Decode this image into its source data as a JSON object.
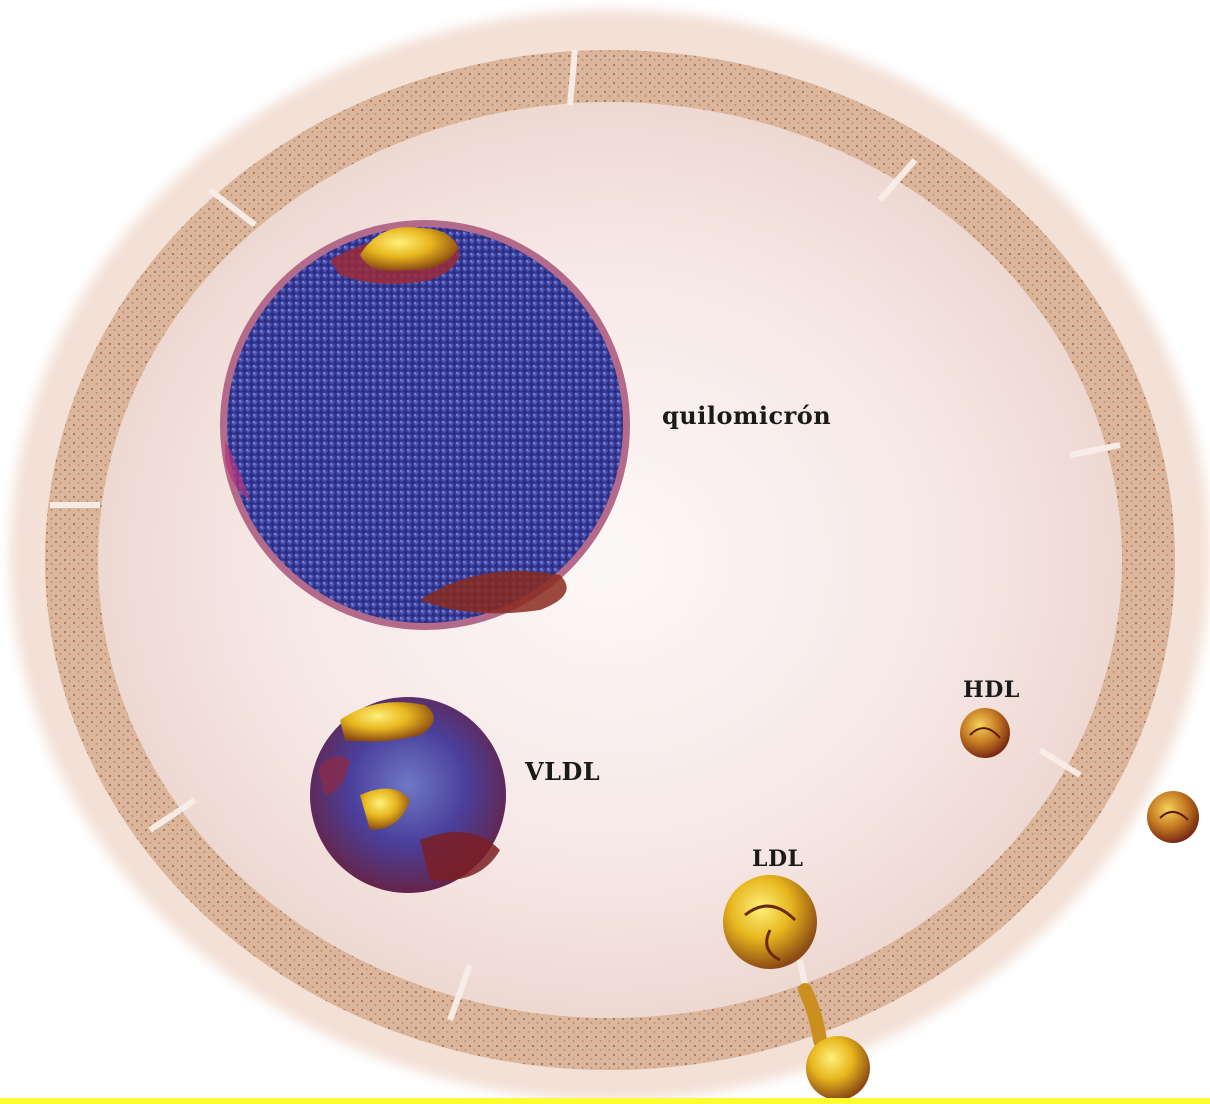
{
  "diagram": {
    "colors": {
      "vessel_wall": "#d6ad8f",
      "vessel_interior": "#f3e3de",
      "lumen_center": "#fbf4f4",
      "chylomicron_core": "#3a3f9a",
      "apoprotein": "#f2c91e",
      "lipoprotein_small": "#c98a2a",
      "bottom_border": "#ffff33"
    },
    "labels": {
      "chylomicron": "quilomicrón",
      "vldl": "VLDL",
      "ldl": "LDL",
      "hdl": "HDL"
    }
  }
}
